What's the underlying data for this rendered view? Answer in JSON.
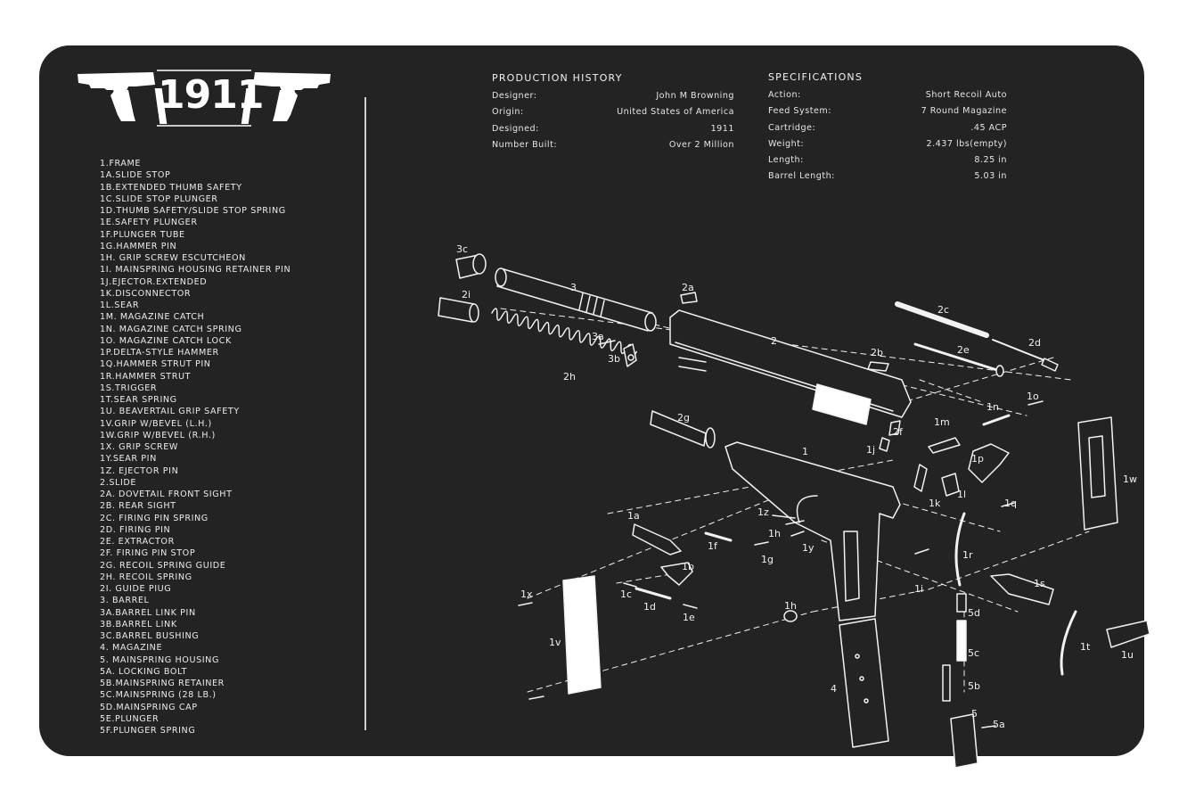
{
  "logo": {
    "title": "1911"
  },
  "parts": [
    "1.FRAME",
    "1A.SLIDE STOP",
    "1B.EXTENDED THUMB SAFETY",
    "1C.SLIDE STOP PLUNGER",
    "1D.THUMB SAFETY/SLIDE STOP SPRING",
    "1E.SAFETY PLUNGER",
    "1F.PLUNGER TUBE",
    "1G.HAMMER PIN",
    "1H. GRIP SCREW ESCUTCHEON",
    "1I. MAINSPRING HOUSING RETAINER PIN",
    "1J.EJECTOR.EXTENDED",
    "1K.DISCONNECTOR",
    "1L.SEAR",
    "1M. MAGAZINE CATCH",
    "1N. MAGAZINE CATCH SPRING",
    "1O. MAGAZINE CATCH LOCK",
    "1P.DELTA-STYLE HAMMER",
    "1Q.HAMMER STRUT PIN",
    "1R.HAMMER STRUT",
    "1S.TRIGGER",
    "1T.SEAR SPRING",
    "1U. BEAVERTAIL GRIP SAFETY",
    "1V.GRIP W/BEVEL (L.H.)",
    "1W.GRIP W/BEVEL (R.H.)",
    "1X. GRIP SCREW",
    "1Y.SEAR PIN",
    "1Z. EJECTOR PIN",
    "2.SLIDE",
    "2A. DOVETAIL FRONT SIGHT",
    "2B. REAR SIGHT",
    "2C. FIRING PIN SPRING",
    "2D. FIRING PIN",
    "2E. EXTRACTOR",
    "2F. FIRING PIN STOP",
    "2G. RECOIL SPRING GUIDE",
    "2H. RECOIL SPRING",
    "2I. GUIDE PIUG",
    "3. BARREL",
    "3A.BARREL LINK PIN",
    "3B.BARREL LINK",
    "3C.BARREL BUSHING",
    "4. MAGAZINE",
    "5. MAINSPRING HOUSING",
    "5A. LOCKING BOLT",
    "5B.MAINSPRING RETAINER",
    "5C.MAINSPRING (28 LB.)",
    "5D.MAINSPRING CAP",
    "5E.PLUNGER",
    "5F.PLUNGER SPRING"
  ],
  "production": {
    "heading": "PRODUCTION HISTORY",
    "rows": [
      {
        "label": "Designer:",
        "value": "John M Browning"
      },
      {
        "label": "Origin:",
        "value": "United States of America"
      },
      {
        "label": "Designed:",
        "value": "1911"
      },
      {
        "label": "Number Built:",
        "value": "Over 2 Million"
      }
    ]
  },
  "specs": {
    "heading": "SPECIFICATIONS",
    "rows": [
      {
        "label": "Action:",
        "value": "Short Recoil Auto"
      },
      {
        "label": "Feed System:",
        "value": "7 Round Magazine"
      },
      {
        "label": "Cartridge:",
        "value": ".45 ACP"
      },
      {
        "label": "Weight:",
        "value": "2.437 lbs(empty)"
      },
      {
        "label": "Length:",
        "value": "8.25 in"
      },
      {
        "label": "Barrel Length:",
        "value": "5.03 in"
      }
    ]
  },
  "callouts": {
    "c3c": "3c",
    "c3": "3",
    "c2a": "2a",
    "c3a": "3a",
    "c3b": "3b",
    "c2": "2",
    "c2b": "2b",
    "c2c": "2c",
    "c2e": "2e",
    "c2d": "2d",
    "c2i": "2i",
    "c2h": "2h",
    "c2g": "2g",
    "c2f": "2f",
    "c1m": "1m",
    "c1n": "1n",
    "c1o": "1o",
    "c1j": "1j",
    "c1p": "1p",
    "c1": "1",
    "c1k": "1k",
    "c1l": "1l",
    "c1q": "1q",
    "c1w": "1w",
    "c1a": "1a",
    "c1z": "1z",
    "c1h": "1h",
    "c1f": "1f",
    "c1g": "1g",
    "c1y": "1y",
    "c1b": "1b",
    "c1c": "1c",
    "c1d": "1d",
    "c1e": "1e",
    "c1x": "1x",
    "c1v": "1v",
    "c1h2": "1h",
    "c1i": "1i",
    "c1r": "1r",
    "c1s": "1s",
    "c5d": "5d",
    "c5c": "5c",
    "c5b": "5b",
    "c5": "5",
    "c5a": "5a",
    "c4": "4",
    "c1t": "1t",
    "c1u": "1u"
  }
}
